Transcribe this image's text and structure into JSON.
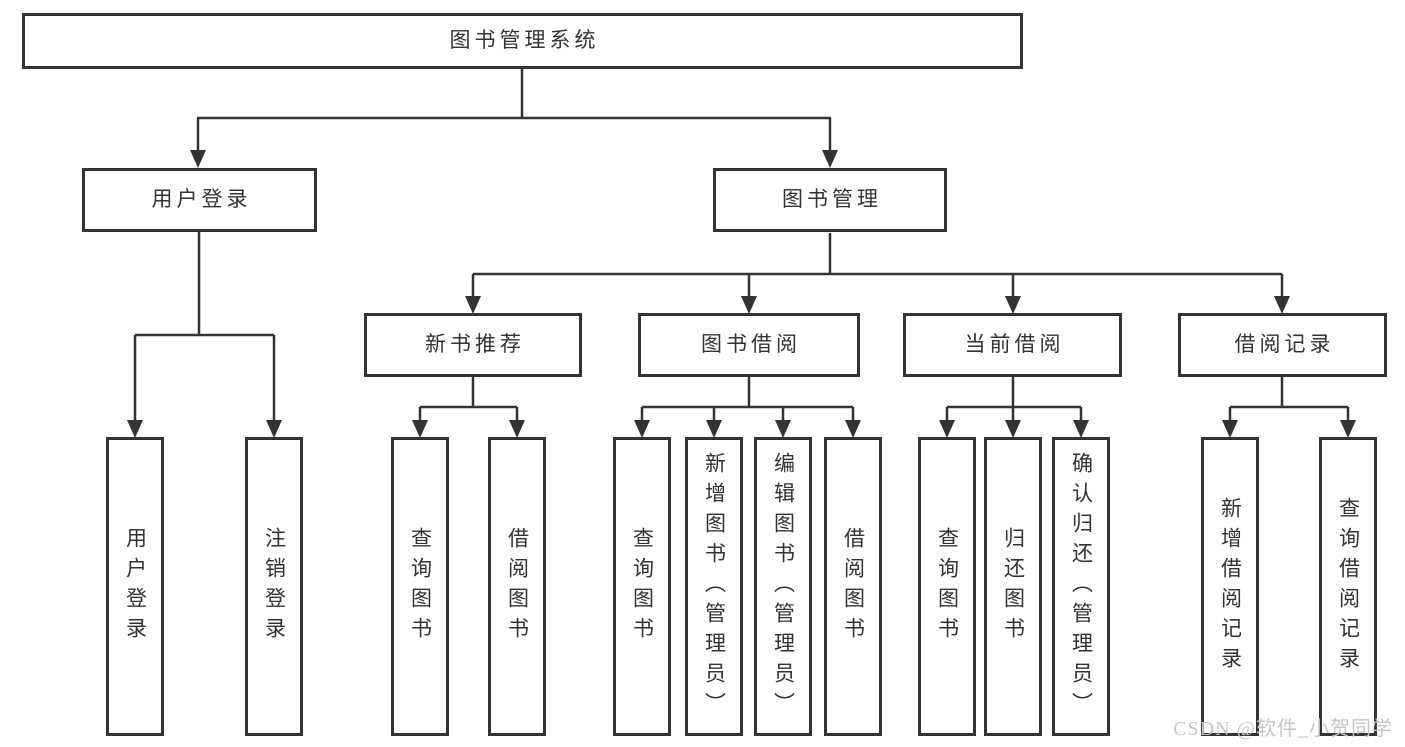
{
  "tree": {
    "root": {
      "label": "图书管理系统"
    },
    "user_login": {
      "label": "用户登录",
      "children": [
        {
          "label": "用户登录"
        },
        {
          "label": "注销登录"
        }
      ]
    },
    "book_mgmt": {
      "label": "图书管理",
      "sections": [
        {
          "label": "新书推荐",
          "children": [
            {
              "label": "查询图书"
            },
            {
              "label": "借阅图书"
            }
          ]
        },
        {
          "label": "图书借阅",
          "children": [
            {
              "label": "查询图书"
            },
            {
              "label": "新增图书（管理员）"
            },
            {
              "label": "编辑图书（管理员）"
            },
            {
              "label": "借阅图书"
            }
          ]
        },
        {
          "label": "当前借阅",
          "children": [
            {
              "label": "查询图书"
            },
            {
              "label": "归还图书"
            },
            {
              "label": "确认归还（管理员）"
            }
          ]
        },
        {
          "label": "借阅记录",
          "children": [
            {
              "label": "新增借阅记录"
            },
            {
              "label": "查询借阅记录"
            }
          ]
        }
      ]
    }
  },
  "watermark": {
    "text": "CSDN @软件_小贺同学"
  },
  "colors": {
    "line": "#333333",
    "text": "#333333",
    "box_background": "#ffffff",
    "page_background": "#ffffff",
    "watermark": "#c6c6c6"
  }
}
